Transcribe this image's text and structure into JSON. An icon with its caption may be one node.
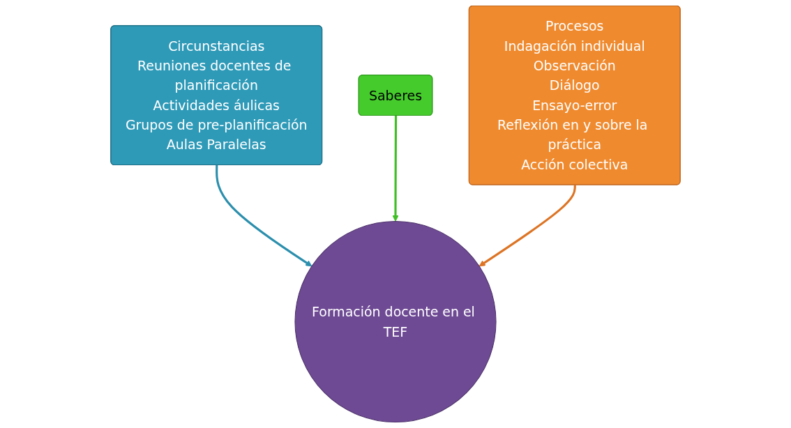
{
  "diagram": {
    "nodes": [
      {
        "text": [
          "Circunstancias",
          "Reuniones docentes de planificación",
          "Actividades áulicas",
          "Grupos de pre-planificación",
          "Aulas Paralelas"
        ]
      },
      {
        "text": [
          "Saberes"
        ]
      },
      {
        "text": [
          "Procesos",
          "Indagación individual",
          "Observación",
          "Diálogo",
          "Ensayo-error",
          "Reflexión en y sobre la práctica",
          "Acción colectiva"
        ]
      },
      {
        "text": [
          "Formación docente en el TEF"
        ]
      }
    ],
    "edges": [
      {
        "from": 0,
        "to": 3,
        "arrow": "to",
        "color": "#2b8fad"
      },
      {
        "from": 1,
        "to": 3,
        "arrow": "to",
        "color": "#3fbf25"
      },
      {
        "from": 2,
        "to": 3,
        "arrow": "to",
        "color": "#dd7424"
      }
    ]
  }
}
